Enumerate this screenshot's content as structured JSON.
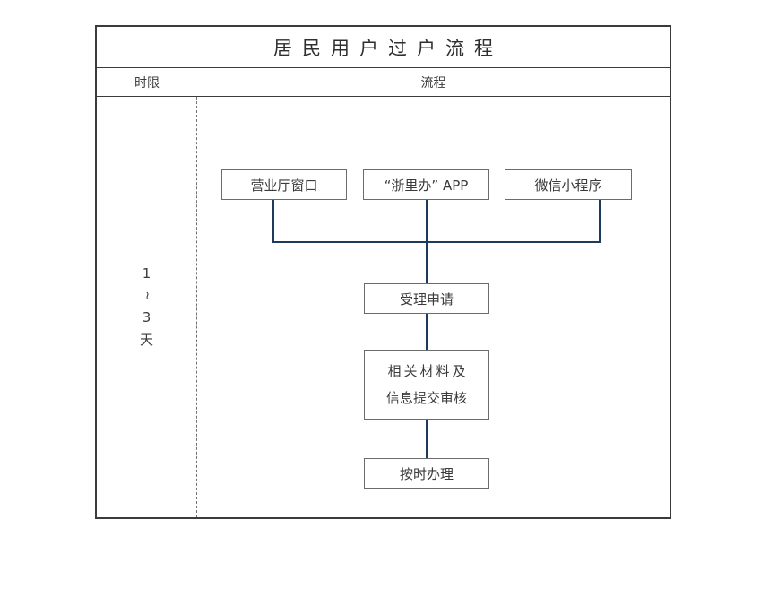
{
  "document": {
    "title": "居民用户过户流程"
  },
  "table": {
    "headers": {
      "time_limit": "时限",
      "process": "流程"
    }
  },
  "time_limit": {
    "chars": [
      "1",
      "~",
      "3",
      "天"
    ],
    "full_text": "1~3天"
  },
  "flow": {
    "entry_boxes": [
      {
        "id": "hall",
        "label": "营业厅窗口"
      },
      {
        "id": "zlb-app",
        "label": "“浙里办” APP"
      },
      {
        "id": "wechat-mini",
        "label": "微信小程序"
      }
    ],
    "chain_boxes": [
      {
        "id": "accept",
        "label": "受理申请"
      },
      {
        "id": "materials",
        "line1": "相关材料及",
        "line2": "信息提交审核"
      },
      {
        "id": "handle",
        "label": "按时办理"
      }
    ]
  },
  "colors": {
    "connector": "#1b3a5c",
    "box_border": "#6b6b6b",
    "table_border": "#3b3b3b",
    "text": "#3a3a3a",
    "background": "#ffffff"
  }
}
